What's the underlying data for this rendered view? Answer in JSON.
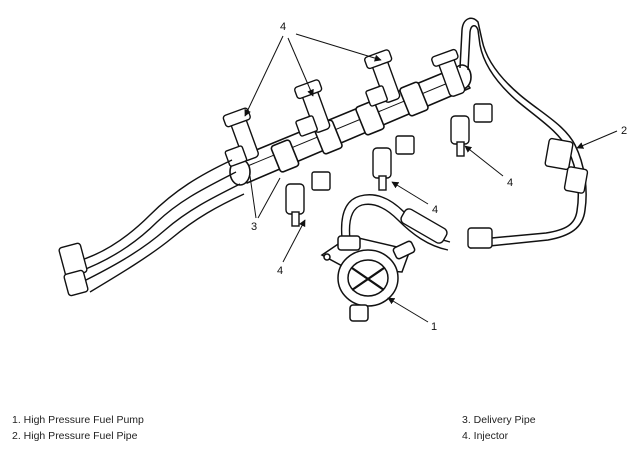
{
  "callouts": {
    "pump": "1",
    "pipe": "2",
    "delivery": "3",
    "injector_top": "4",
    "injector_mid": "4",
    "injector_right": "4",
    "injector_bottom": "4"
  },
  "legend": {
    "item1": "1. High Pressure Fuel Pump",
    "item2": "2. High Pressure Fuel Pipe",
    "item3": "3. Delivery Pipe",
    "item4": "4. Injector"
  }
}
